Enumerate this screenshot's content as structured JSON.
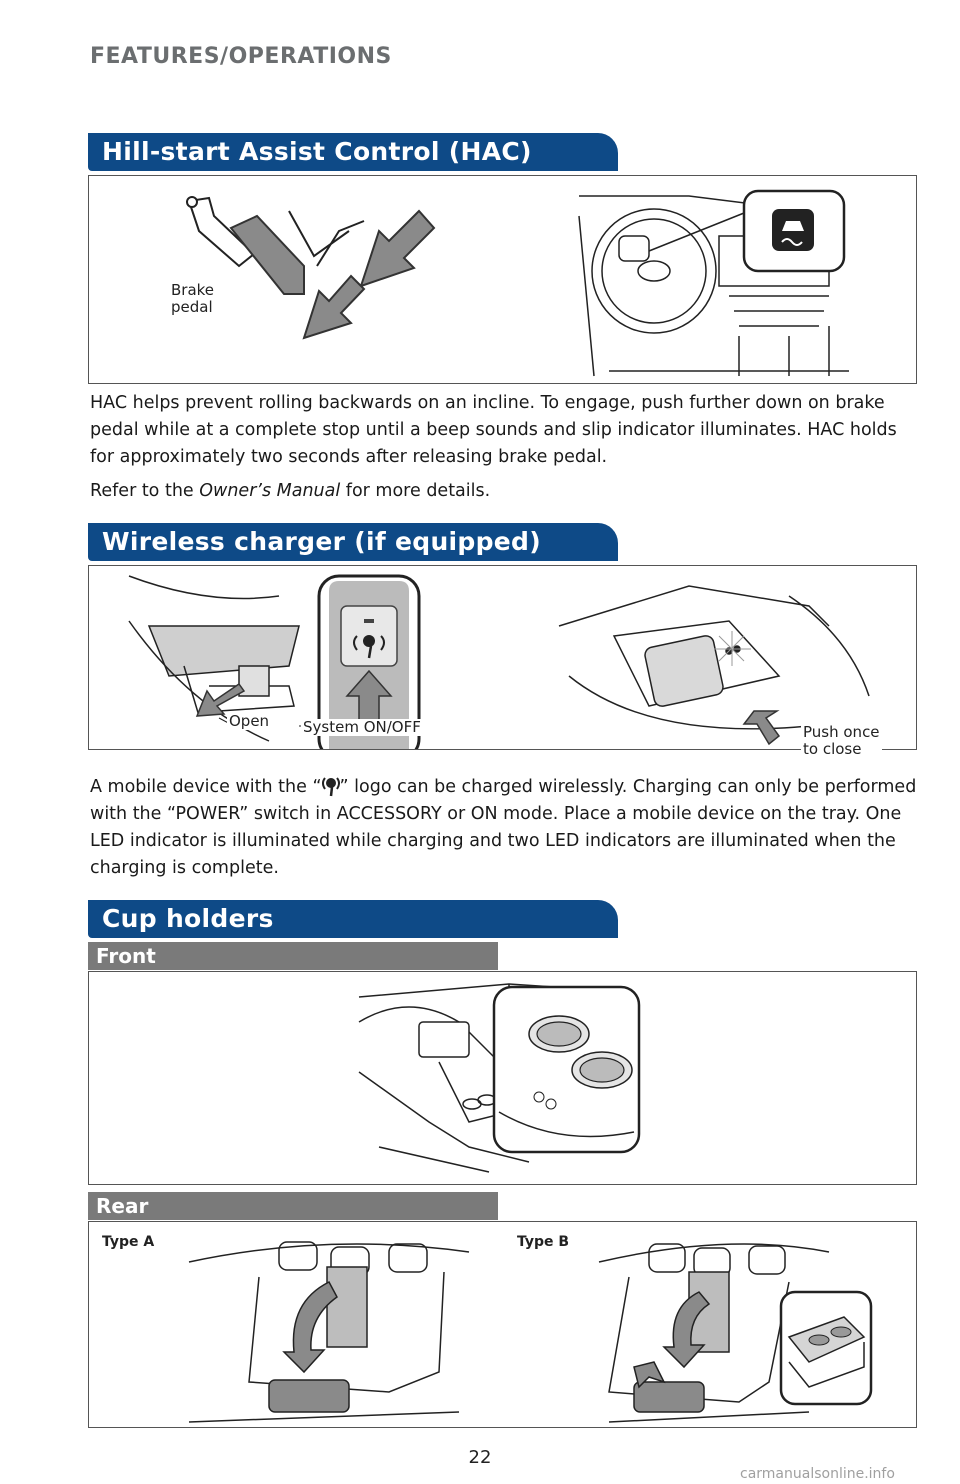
{
  "header": {
    "section": "FEATURES/OPERATIONS"
  },
  "hac": {
    "title": "Hill-start Assist Control (HAC)",
    "figure_caption": "Brake\npedal",
    "body": "HAC helps prevent rolling backwards on an incline. To engage, push further down on brake pedal while at a complete stop until a beep sounds and slip indicator illuminates. HAC holds for approximately two seconds after releasing brake pedal.",
    "refer_prefix": "Refer to the ",
    "refer_manual": "Owner’s Manual",
    "refer_suffix": " for more details."
  },
  "wireless": {
    "title": "Wireless charger (if equipped)",
    "caption_open": "Open",
    "caption_switch": "System ON/OFF",
    "caption_close": "Push once\nto close",
    "body_prefix": "A mobile device with the “",
    "body_suffix": "” logo can be charged wirelessly. Charging can only be performed with the “POWER” switch in ACCESSORY or ON mode. Place a mobile device on the tray. One LED indicator is illuminated while charging and two LED indicators are illuminated when the charging is complete."
  },
  "cup": {
    "title": "Cup holders",
    "front_label": "Front",
    "rear_label": "Rear",
    "type_a": "Type A",
    "type_b": "Type B"
  },
  "footer": {
    "page_number": "22",
    "watermark": "carmanualsonline.info"
  },
  "colors": {
    "banner": "#0e4a87",
    "subbanner": "#7a7a7a",
    "header": "#6b6e70",
    "arrow": "#7a7a7a"
  }
}
